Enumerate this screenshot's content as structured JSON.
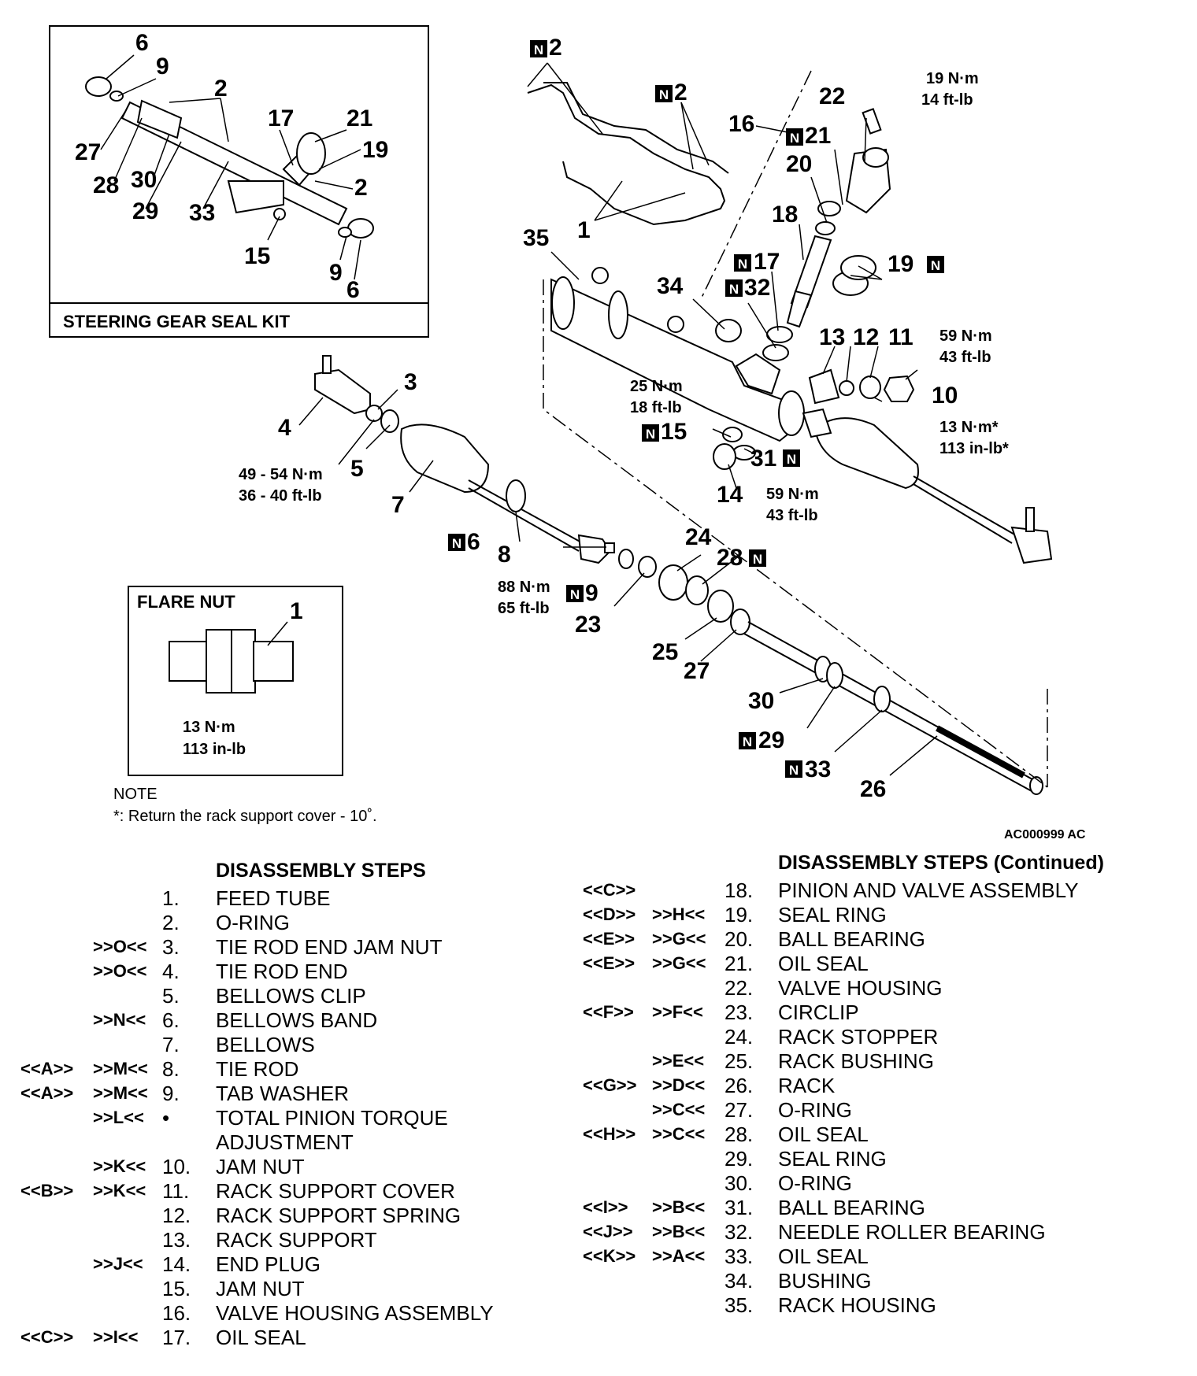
{
  "seal_kit": {
    "title": "STEERING GEAR SEAL KIT",
    "callouts": [
      "6",
      "9",
      "2",
      "27",
      "28",
      "30",
      "17",
      "21",
      "19",
      "29",
      "33",
      "2",
      "15",
      "9",
      "6"
    ]
  },
  "flare_nut": {
    "title": "FLARE NUT",
    "callout": "1",
    "torque1": "13 N·m",
    "torque2": "113 in-lb"
  },
  "callouts": {
    "n2a": "2",
    "n2b": "2",
    "c16": "16",
    "c22": "22",
    "n21": "21",
    "c20": "20",
    "c1": "1",
    "c35": "35",
    "c18": "18",
    "n17": "17",
    "n19": "19",
    "c34": "34",
    "n32": "32",
    "c13": "13",
    "c12": "12",
    "c11": "11",
    "c10": "10",
    "c3": "3",
    "c4": "4",
    "c5": "5",
    "c7": "7",
    "n15": "15",
    "n31": "31",
    "c14": "14",
    "n6": "6",
    "c8": "8",
    "c24": "24",
    "n28": "28",
    "n9": "9",
    "c23": "23",
    "c25": "25",
    "c27": "27",
    "c30": "30",
    "n29": "29",
    "n33": "33",
    "c26": "26"
  },
  "torques": {
    "t22a": "19 N·m",
    "t22b": "14 ft-lb",
    "t10a": "59 N·m",
    "t10b": "43 ft-lb",
    "t11a": "13 N·m*",
    "t11b": "113 in-lb*",
    "t15a": "25 N·m",
    "t15b": "18 ft-lb",
    "t14a": "59 N·m",
    "t14b": "43 ft-lb",
    "t3a": "49 - 54 N·m",
    "t3b": "36 - 40 ft-lb",
    "t9a": "88 N·m",
    "t9b": "65 ft-lb"
  },
  "note": {
    "title": "NOTE",
    "text": "*: Return the rack support cover - 10˚."
  },
  "figure_id": "AC000999 AC",
  "steps_left": {
    "header": "DISASSEMBLY STEPS",
    "rows": [
      {
        "a": "",
        "b": "",
        "n": "1.",
        "t": "FEED TUBE"
      },
      {
        "a": "",
        "b": "",
        "n": "2.",
        "t": "O-RING"
      },
      {
        "a": "",
        ">b": "",
        "b": ">>O<<",
        "n": "3.",
        "t": "TIE ROD END JAM NUT"
      },
      {
        "a": "",
        "b": ">>O<<",
        "n": "4.",
        "t": "TIE ROD END"
      },
      {
        "a": "",
        "b": "",
        "n": "5.",
        "t": "BELLOWS CLIP"
      },
      {
        "a": "",
        "b": ">>N<<",
        "n": "6.",
        "t": "BELLOWS BAND"
      },
      {
        "a": "",
        "b": "",
        "n": "7.",
        "t": "BELLOWS"
      },
      {
        "a": "<<A>>",
        "b": ">>M<<",
        "n": "8.",
        "t": "TIE ROD"
      },
      {
        "a": "<<A>>",
        "b": ">>M<<",
        "n": "9.",
        "t": "TAB WASHER"
      },
      {
        "a": "",
        "b": ">>L<<",
        "n": "•",
        "t": "TOTAL PINION TORQUE"
      },
      {
        "a": "",
        "b": "",
        "n": "",
        "t": "ADJUSTMENT"
      },
      {
        "a": "",
        "b": ">>K<<",
        "n": "10.",
        "t": "JAM NUT"
      },
      {
        "a": "<<B>>",
        "b": ">>K<<",
        "n": "11.",
        "t": "RACK SUPPORT COVER"
      },
      {
        "a": "",
        "b": "",
        "n": "12.",
        "t": "RACK SUPPORT SPRING"
      },
      {
        "a": "",
        "b": "",
        "n": "13.",
        "t": "RACK SUPPORT"
      },
      {
        "a": "",
        "b": ">>J<<",
        "n": "14.",
        "t": "END PLUG"
      },
      {
        "a": "",
        "b": "",
        "n": "15.",
        "t": "JAM NUT"
      },
      {
        "a": "",
        "b": "",
        "n": "16.",
        "t": "VALVE HOUSING ASSEMBLY"
      },
      {
        "a": "<<C>>",
        "b": ">>I<<",
        "n": "17.",
        "t": "OIL SEAL"
      }
    ]
  },
  "steps_right": {
    "header": "DISASSEMBLY STEPS (Continued)",
    "rows": [
      {
        "a": "<<C>>",
        "b": "",
        "n": "18.",
        "t": "PINION AND VALVE ASSEMBLY"
      },
      {
        "a": "<<D>>",
        "b": ">>H<<",
        "n": "19.",
        "t": "SEAL RING"
      },
      {
        "a": "<<E>>",
        "b": ">>G<<",
        "n": "20.",
        "t": "BALL BEARING"
      },
      {
        "a": "<<E>>",
        "b": ">>G<<",
        "n": "21.",
        "t": "OIL SEAL"
      },
      {
        "a": "",
        "b": "",
        "n": "22.",
        "t": "VALVE HOUSING"
      },
      {
        "a": "<<F>>",
        "b": ">>F<<",
        "n": "23.",
        "t": "CIRCLIP"
      },
      {
        "a": "",
        "b": "",
        "n": "24.",
        "t": "RACK STOPPER"
      },
      {
        "a": "",
        "b": ">>E<<",
        "n": "25.",
        "t": "RACK BUSHING"
      },
      {
        "a": "<<G>>",
        "b": ">>D<<",
        "n": "26.",
        "t": "RACK"
      },
      {
        "a": "",
        "b": ">>C<<",
        "n": "27.",
        "t": "O-RING"
      },
      {
        "a": "<<H>>",
        "b": ">>C<<",
        "n": "28.",
        "t": "OIL SEAL"
      },
      {
        "a": "",
        "b": "",
        "n": "29.",
        "t": "SEAL RING"
      },
      {
        "a": "",
        "b": "",
        "n": "30.",
        "t": "O-RING"
      },
      {
        "a": "<<I>>",
        "b": ">>B<<",
        "n": "31.",
        "t": "BALL BEARING"
      },
      {
        "a": "<<J>>",
        "b": ">>B<<",
        "n": "32.",
        "t": "NEEDLE ROLLER BEARING"
      },
      {
        "a": "<<K>>",
        "b": ">>A<<",
        "n": "33.",
        "t": "OIL SEAL"
      },
      {
        "a": "",
        "b": "",
        "n": "34.",
        "t": "BUSHING"
      },
      {
        "a": "",
        "b": "",
        "n": "35.",
        "t": "RACK HOUSING"
      }
    ]
  }
}
